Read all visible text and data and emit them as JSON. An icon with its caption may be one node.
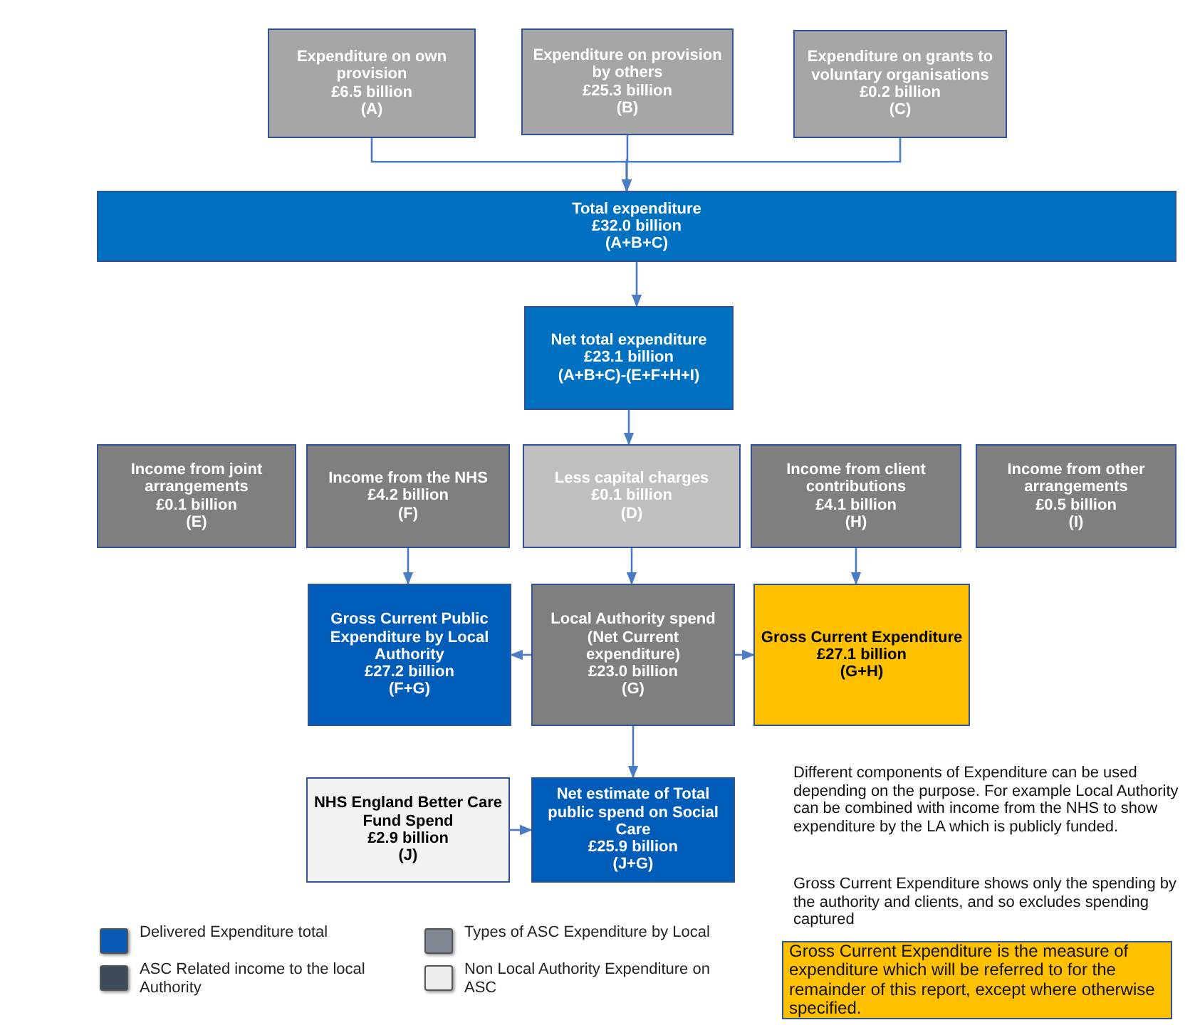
{
  "diagram": {
    "nodes": [
      {
        "text": [
          "Expenditure on own provision",
          "£6.5 billion",
          "(A)"
        ]
      },
      {
        "text": [
          "Expenditure on provision by others",
          "£25.3 billion",
          "(B)"
        ]
      },
      {
        "text": [
          "Expenditure on grants to voluntary organisations",
          "£0.2 billion",
          "(C)"
        ]
      },
      {
        "text": [
          "Total expenditure",
          "£32.0 billion",
          "(A+B+C)"
        ]
      },
      {
        "text": [
          "Net total expenditure",
          "£23.1 billion",
          "(A+B+C)-(E+F+H+I)"
        ]
      },
      {
        "text": [
          "Income from joint arrangements",
          "£0.1 billion",
          "(E)"
        ]
      },
      {
        "text": [
          "Income from the NHS",
          "£4.2 billion",
          "(F)"
        ]
      },
      {
        "text": [
          "Less capital charges",
          "£0.1 billion",
          "(D)"
        ]
      },
      {
        "text": [
          "Income from client contributions",
          "£4.1 billion",
          "(H)"
        ]
      },
      {
        "text": [
          "Income from other arrangements",
          "£0.5 billion",
          "(I)"
        ]
      },
      {
        "text": [
          "Gross Current Public Expenditure by Local Authority",
          "£27.2 billion",
          "(F+G)"
        ]
      },
      {
        "text": [
          "Local Authority spend (Net Current expenditure)",
          "£23.0 billion",
          "(G)"
        ]
      },
      {
        "text": [
          "Gross Current Expenditure",
          "£27.1 billion",
          "(G+H)"
        ]
      },
      {
        "text": [
          "NHS England Better Care Fund Spend",
          "£2.9 billion",
          "(J)"
        ]
      },
      {
        "text": [
          "Net estimate of Total public spend on Social Care",
          "£25.9 billion",
          "(J+G)"
        ]
      },
      {
        "text": [
          "Gross Current Expenditure is the measure of expenditure which will be referred to for the remainder of this report, except where otherwise specified."
        ]
      }
    ],
    "edges": [
      {
        "from": 0,
        "to": 3,
        "arrow": "to"
      },
      {
        "from": 1,
        "to": 3,
        "arrow": "to"
      },
      {
        "from": 2,
        "to": 3,
        "arrow": "to"
      },
      {
        "from": 3,
        "to": 4,
        "arrow": "to"
      },
      {
        "from": 4,
        "to": 7,
        "arrow": "to"
      },
      {
        "from": 6,
        "to": 10,
        "arrow": "to"
      },
      {
        "from": 7,
        "to": 11,
        "arrow": "to"
      },
      {
        "from": 8,
        "to": 12,
        "arrow": "to"
      },
      {
        "from": 11,
        "to": 10,
        "arrow": "to"
      },
      {
        "from": 11,
        "to": 12,
        "arrow": "to"
      },
      {
        "from": 11,
        "to": 14,
        "arrow": "to"
      },
      {
        "from": 13,
        "to": 14,
        "arrow": "to"
      }
    ],
    "labels": [
      "Different components of Expenditure can be used depending on the purpose. For example Local Authority can be combined with income from the NHS to show expenditure by the LA which is publicly funded.",
      "Gross Current Expenditure shows only the spending by the authority and clients, and so excludes spending captured"
    ],
    "legend": [
      {
        "text": "Delivered Expenditure total",
        "color": "#0a5bb5"
      },
      {
        "text": "ASC Related income to the local Authority",
        "color": "#3d4a57"
      },
      {
        "text": "Types of ASC Expenditure by Local",
        "color": "#7f8790"
      },
      {
        "text": "Non Local Authority Expenditure on ASC",
        "color": "#eeeeee"
      }
    ]
  }
}
